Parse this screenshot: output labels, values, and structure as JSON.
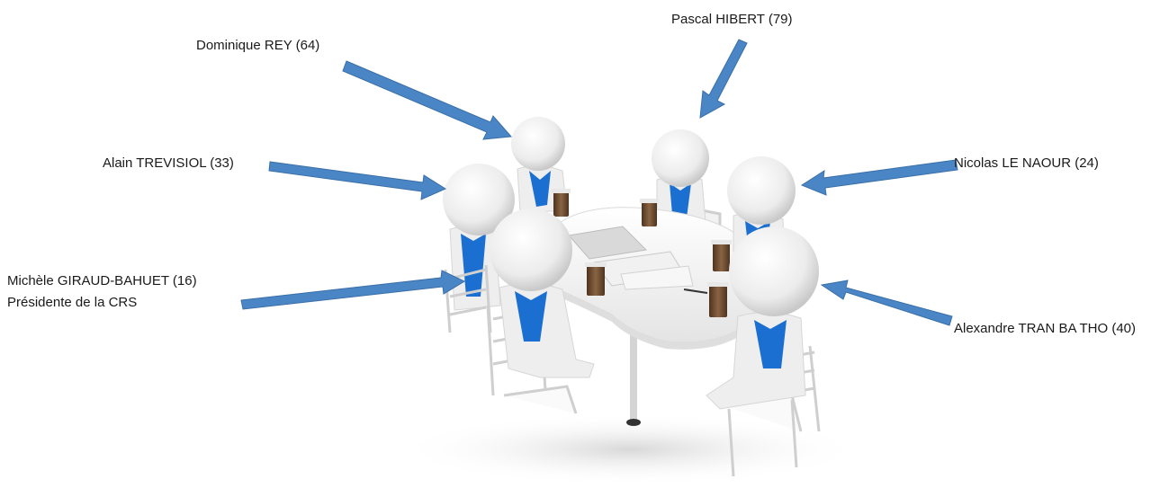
{
  "labels": {
    "dominique": "Dominique REY (64)",
    "pascal": "Pascal HIBERT (79)",
    "alain": "Alain TREVISIOL (33)",
    "nicolas": "Nicolas LE NAOUR (24)",
    "michele_name": "Michèle GIRAUD-BAHUET (16)",
    "michele_role": "Présidente de la CRS",
    "alexandre": "Alexandre TRAN BA THO (40)"
  },
  "colors": {
    "arrow": "#4a86c5",
    "arrow_stroke": "#3a6fa8",
    "figure": "#f2f2f2",
    "scarf": "#1a6fd0",
    "cup": "#6b4a2e",
    "table": "#f7f7f7"
  }
}
